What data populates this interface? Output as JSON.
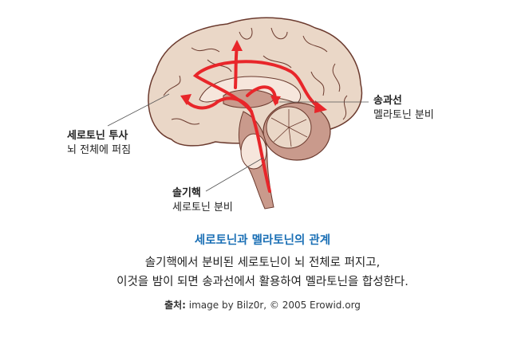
{
  "figure": {
    "colors": {
      "brain_fill": "#ead7c7",
      "brain_outline": "#6b3a2e",
      "inner_fill": "#c99a8c",
      "light_fill": "#f6e6dc",
      "arrow": "#e8262a"
    },
    "labels": {
      "raphe": {
        "title": "세로토닌 투사",
        "desc": "뇌 전체에 퍼짐"
      },
      "pineal": {
        "title": "송과선",
        "desc": "멜라토닌 분비"
      },
      "brainstem": {
        "title": "솔기핵",
        "desc": "세로토닌 분비"
      }
    }
  },
  "caption": {
    "title": "세로토닌과 멜라토닌의 관계",
    "line1": "솔기핵에서 분비된 세로토닌이 뇌 전체로 퍼지고,",
    "line2": "이것을 밤이 되면 송과선에서 활용하여 멜라토닌을 합성한다.",
    "source_prefix": "출처:",
    "source_text": " image by Bilz0r, © 2005 Erowid.org",
    "title_color": "#1a6fb5"
  }
}
